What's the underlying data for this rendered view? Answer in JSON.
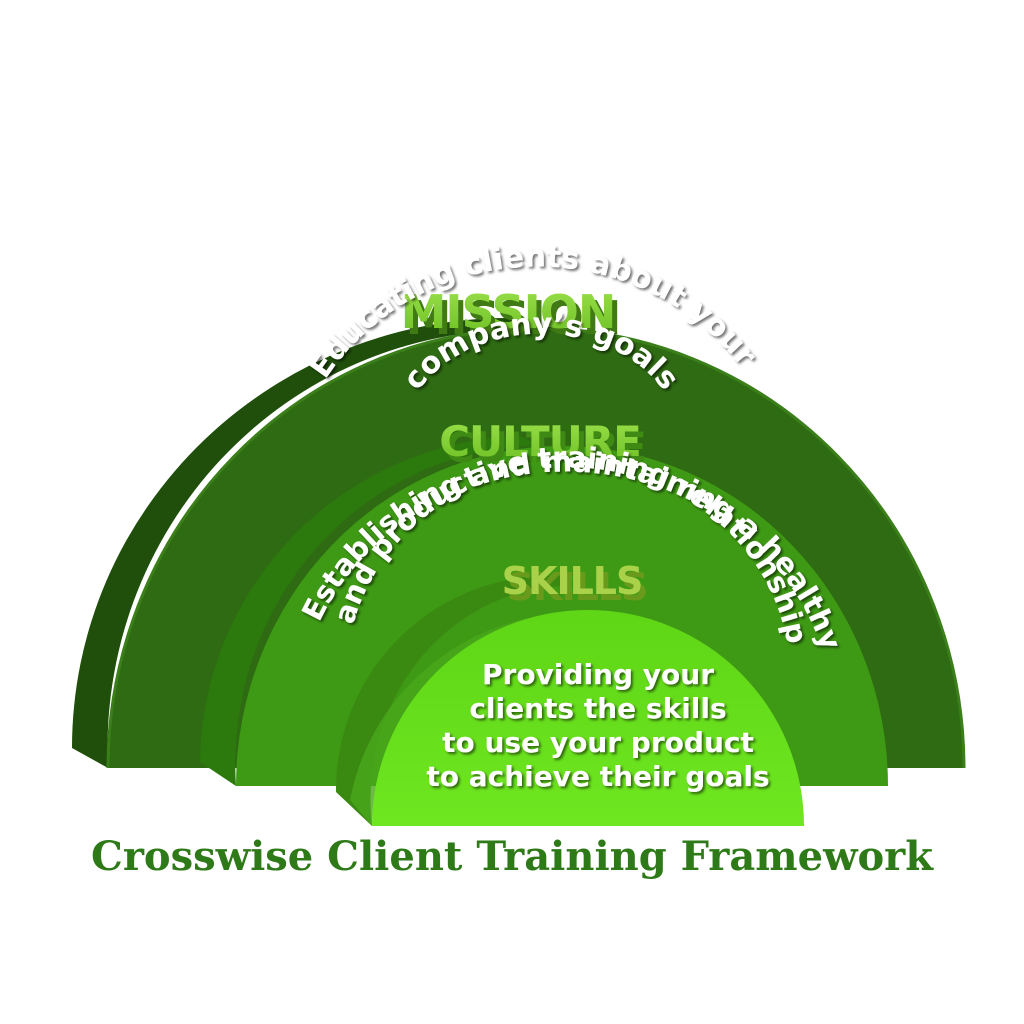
{
  "layers": {
    "mission": {
      "heading": "MISSION",
      "description": "Educating clients about your company’s goals",
      "description_line1": "Educating clients about your",
      "description_line2": "company’s goals"
    },
    "culture": {
      "heading": "CULTURE",
      "description_line1": "Establishing and maintaining a healthy",
      "description_line2": "and productive training relationship"
    },
    "skills": {
      "heading": "SKILLS",
      "description_lines": [
        "Providing your",
        "clients the skills",
        "to use your product",
        "to achieve their goals"
      ]
    }
  },
  "footer": {
    "title": "Crosswise Client Training Framework"
  },
  "colors": {
    "mission_band": "#2e6b12",
    "mission_side": "#1f4f0a",
    "culture_band": "#3e9a14",
    "culture_side": "#2c7a0d",
    "skills_band": "#4aa81a",
    "skills_side": "#3a8a12",
    "core": "#66e21a",
    "heading_light": "#8fd63a",
    "heading_dark": "#4d8f1c",
    "title": "#2f7a18"
  }
}
